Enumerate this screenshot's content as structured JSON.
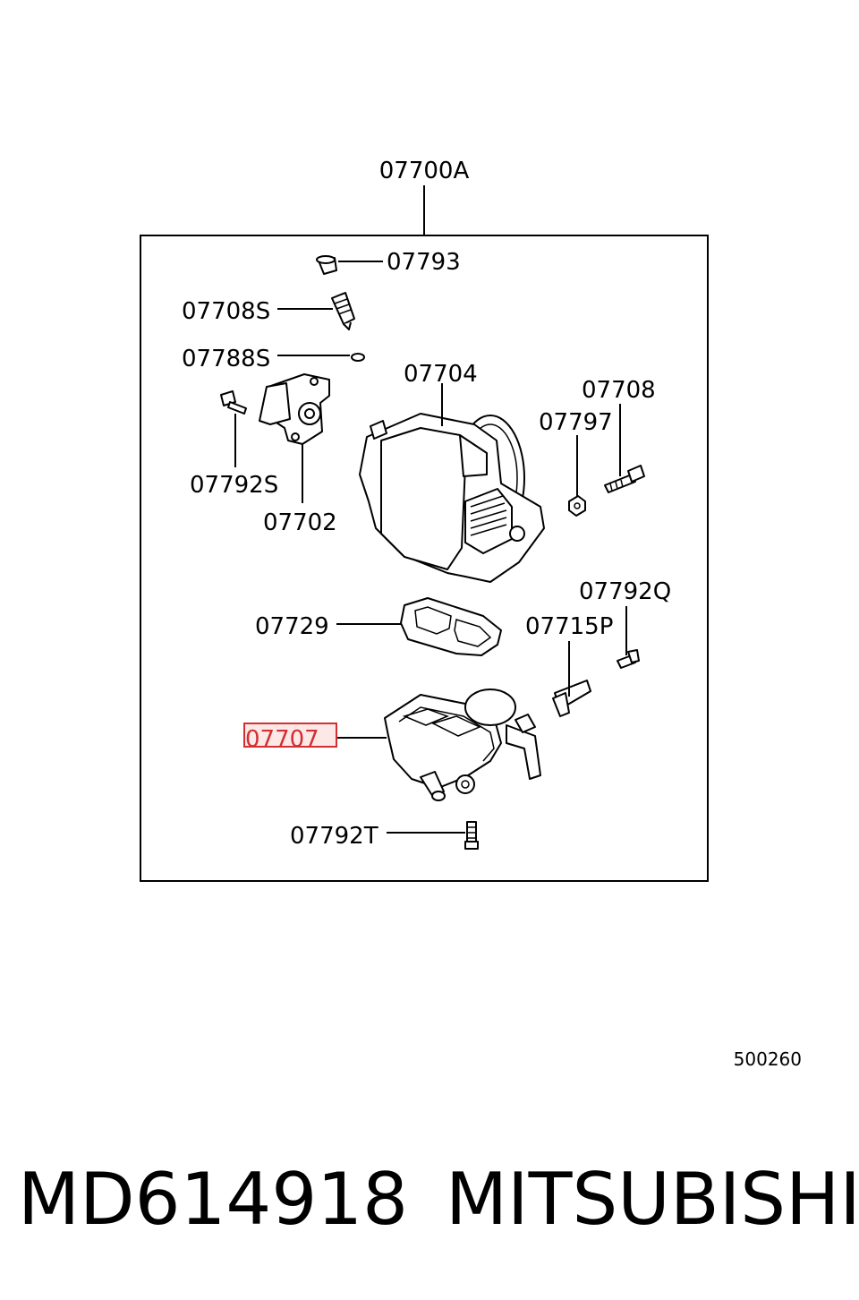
{
  "diagram": {
    "assembly_label": "07700A",
    "labels": {
      "p07793": "07793",
      "p07708S": "07708S",
      "p07788S": "07788S",
      "p07704": "07704",
      "p07708": "07708",
      "p07797": "07797",
      "p07792S": "07792S",
      "p07702": "07702",
      "p07792Q": "07792Q",
      "p07729": "07729",
      "p07715P": "07715P",
      "p07707": "07707",
      "p07792T": "07792T"
    },
    "highlighted_part": "07707",
    "highlight_color": "#d23030",
    "figure_code": "500260"
  },
  "footer": {
    "part_number": "MD614918",
    "brand": "MITSUBISHI"
  }
}
